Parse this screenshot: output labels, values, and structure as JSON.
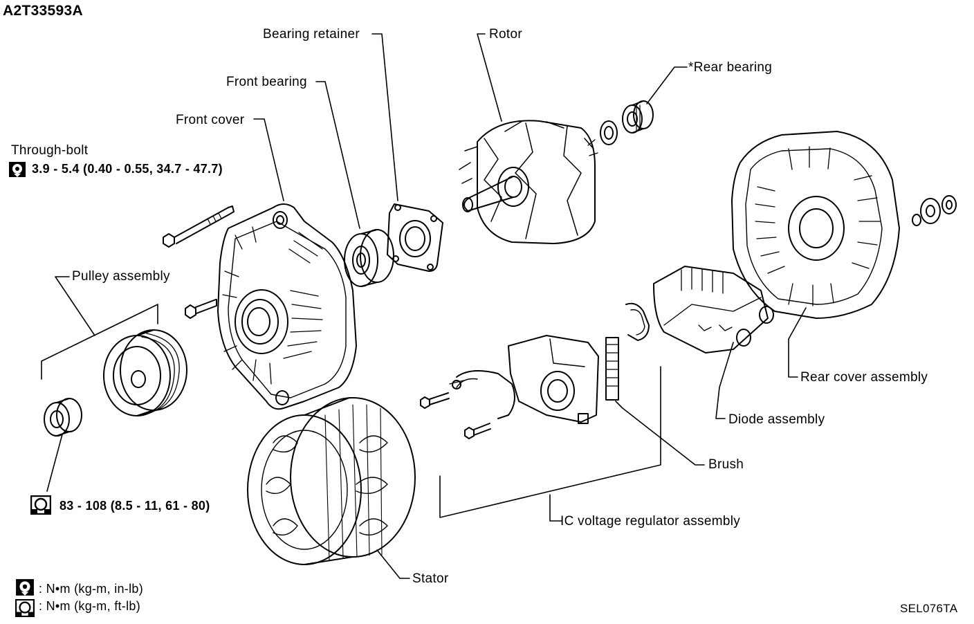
{
  "diagram": {
    "id": "A2T33593A",
    "figure_code": "SEL076TA",
    "labels": {
      "bearing_retainer": "Bearing retainer",
      "rotor": "Rotor",
      "rear_bearing": "*Rear bearing",
      "front_bearing": "Front bearing",
      "front_cover": "Front cover",
      "through_bolt": "Through-bolt",
      "pulley_assembly": "Pulley assembly",
      "rear_cover_assembly": "Rear cover assembly",
      "diode_assembly": "Diode assembly",
      "brush": "Brush",
      "ic_voltage_regulator_assembly": "IC voltage regulator assembly",
      "stator": "Stator"
    },
    "torque": {
      "through_bolt": "3.9 - 5.4 (0.40 - 0.55, 34.7 - 47.7)",
      "pulley_nut": "83 - 108 (8.5 - 11, 61 - 80)"
    },
    "legend": {
      "in_lb": ": N•m (kg-m, in-lb)",
      "ft_lb": ": N•m (kg-m, ft-lb)"
    },
    "icons": {
      "torque_in_lb": "torque-wrench-icon",
      "torque_ft_lb": "torque-wrench-outline-icon"
    }
  }
}
